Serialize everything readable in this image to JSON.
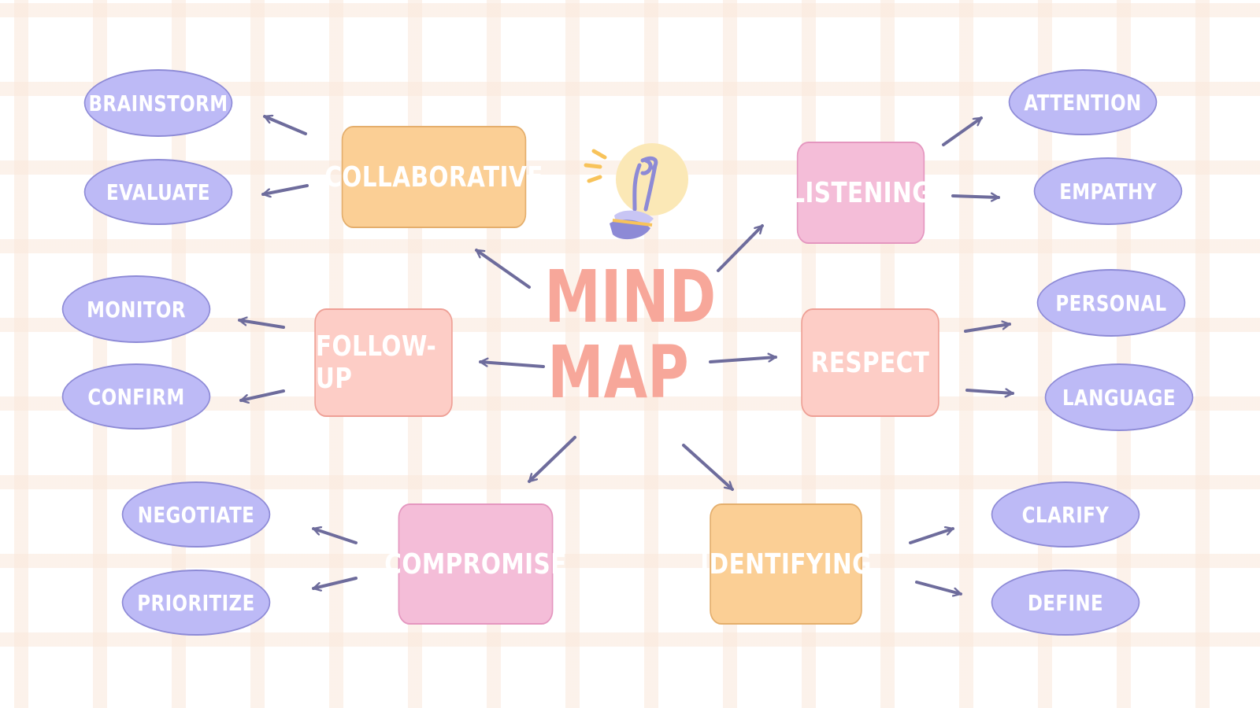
{
  "title": {
    "line1": "MIND",
    "line2": "MAP"
  },
  "colors": {
    "orange": "#fbcf95",
    "pink": "#f4bdd8",
    "peach": "#fdcdc6",
    "leaf": "#bdbaf6",
    "arrow": "#6e6c9c",
    "title": "#f7a79a"
  },
  "branches": [
    {
      "label": "COLLABORATIVE",
      "color": "orange",
      "children": [
        "BRAINSTORM",
        "EVALUATE"
      ]
    },
    {
      "label": "FOLLOW-UP",
      "color": "peach",
      "children": [
        "MONITOR",
        "CONFIRM"
      ]
    },
    {
      "label": "COMPROMISE",
      "color": "pink",
      "children": [
        "NEGOTIATE",
        "PRIORITIZE"
      ]
    },
    {
      "label": "LISTENING",
      "color": "pink",
      "children": [
        "ATTENTION",
        "EMPATHY"
      ]
    },
    {
      "label": "RESPECT",
      "color": "peach",
      "children": [
        "PERSONAL",
        "LANGUAGE"
      ]
    },
    {
      "label": "IDENTIFYING",
      "color": "orange",
      "children": [
        "CLARIFY",
        "DEFINE"
      ]
    }
  ],
  "icon": "lightbulb-icon"
}
